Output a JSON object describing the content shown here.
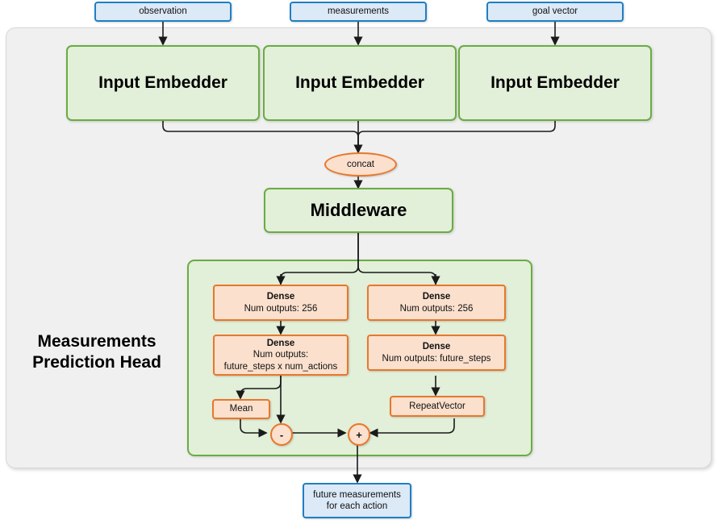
{
  "diagram": {
    "title": "Measurements Prediction Head",
    "inputs": [
      {
        "label": "observation"
      },
      {
        "label": "measurements"
      },
      {
        "label": "goal vector"
      }
    ],
    "embedders": [
      {
        "label": "Input Embedder"
      },
      {
        "label": "Input Embedder"
      },
      {
        "label": "Input Embedder"
      }
    ],
    "concat": {
      "label": "concat"
    },
    "middleware": {
      "label": "Middleware"
    },
    "head": {
      "label": "Measurements\nPrediction Head",
      "label_line1": "Measurements",
      "label_line2": "Prediction Head",
      "left_branch": [
        {
          "title": "Dense",
          "line1": "Num outputs: 256",
          "line2": ""
        },
        {
          "title": "Dense",
          "line1": "Num outputs:",
          "line2": "future_steps x num_actions"
        }
      ],
      "right_branch": [
        {
          "title": "Dense",
          "line1": "Num outputs: 256",
          "line2": ""
        },
        {
          "title": "Dense",
          "line1": "Num outputs: future_steps",
          "line2": ""
        }
      ],
      "mean": {
        "label": "Mean"
      },
      "repeat_vector": {
        "label": "RepeatVector"
      },
      "subtract_op": {
        "label": "-"
      },
      "add_op": {
        "label": "+"
      }
    },
    "output": {
      "line1": "future measurements",
      "line2": "for each action"
    },
    "colors": {
      "io_fill": "#dce9f7",
      "io_stroke": "#1f7fc4",
      "green_fill": "#e2efd9",
      "green_stroke": "#6aac42",
      "orange_fill": "#fbe0cd",
      "orange_stroke": "#e8772b",
      "outer_fill": "#f0f0f0",
      "edge": "#1a1a1a"
    }
  }
}
